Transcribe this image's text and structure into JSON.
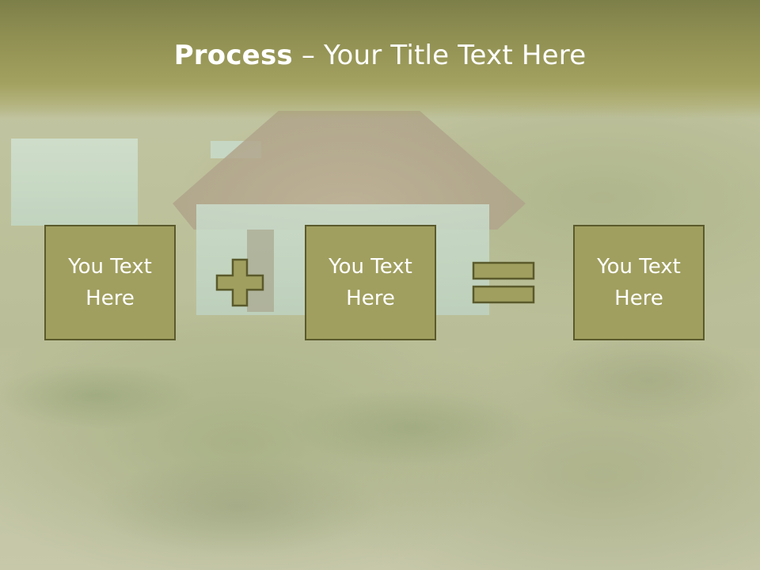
{
  "slide": {
    "title_bold": "Process",
    "title_rest": " – Your Title Text Here",
    "steps": [
      {
        "text": "You Text\nHere"
      },
      {
        "text": "You Text\nHere"
      },
      {
        "text": "You Text\nHere"
      }
    ],
    "operators": [
      "plus-icon",
      "equals-icon"
    ],
    "colors": {
      "title_band": "#8f8f52",
      "box_fill": "#a09f5f",
      "box_border": "#5a5a2c",
      "text": "#ffffff"
    }
  }
}
